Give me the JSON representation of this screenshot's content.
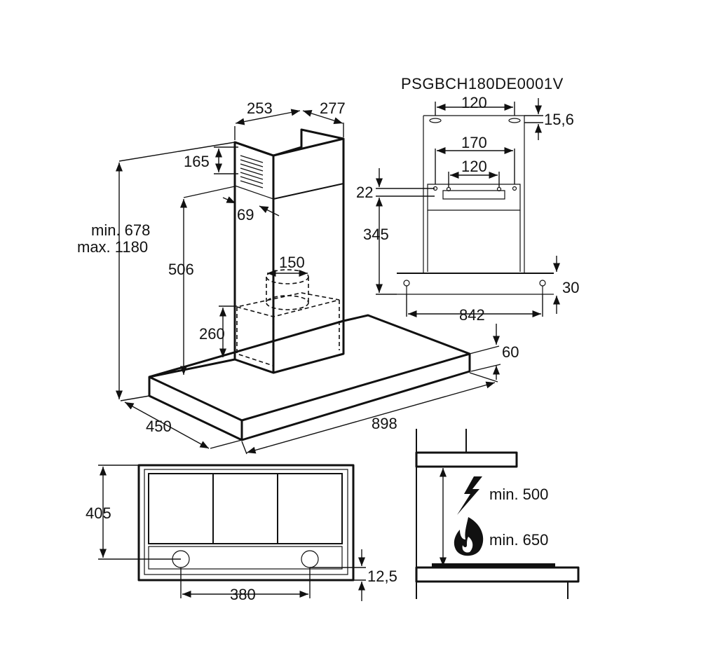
{
  "model_code": "PSGBCH180DE0001V",
  "main_view": {
    "chimney_depth": "253",
    "chimney_width": "277",
    "vent_height": "165",
    "vent_offset": "69",
    "total_height_min": "min. 678",
    "total_height_max": "max. 1180",
    "chimney_height": "506",
    "outlet_diameter": "150",
    "motor_height": "260",
    "hood_depth": "450",
    "hood_width": "898",
    "hood_thickness": "60"
  },
  "bracket_view": {
    "top_hole_spacing": "120",
    "top_offset": "15,6",
    "bracket_width": "170",
    "bracket_hole_spacing": "120",
    "bracket_height": "22",
    "bracket_to_mount": "345",
    "mount_offset": "30",
    "mount_hole_spacing": "842"
  },
  "bottom_view": {
    "depth": "405",
    "hole_spacing": "380",
    "hole_offset": "12,5"
  },
  "clearance_view": {
    "electric_min": "min. 500",
    "gas_min": "min. 650",
    "electric_icon": "lightning-icon",
    "gas_icon": "flame-icon"
  }
}
